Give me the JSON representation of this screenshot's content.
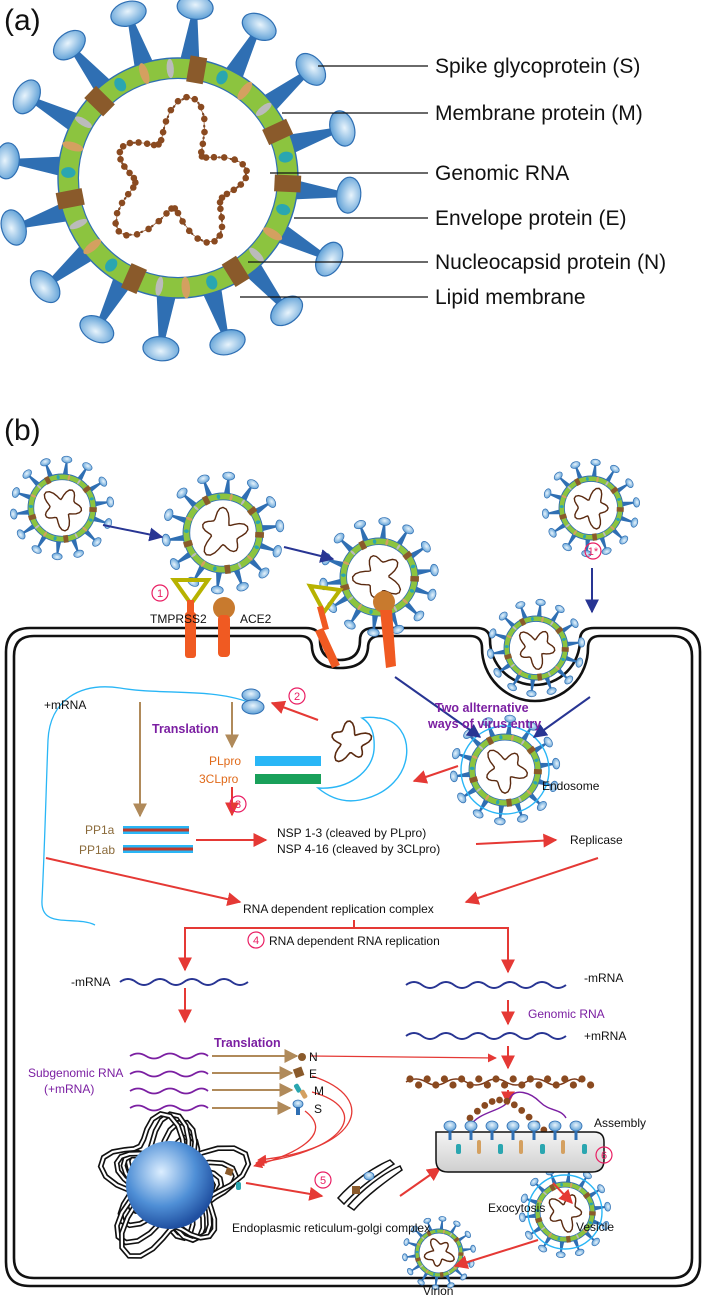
{
  "panel_a": {
    "tag": "(a)",
    "labels": {
      "spike": "Spike glycoprotein (S)",
      "membrane": "Membrane protein (M)",
      "rna": "Genomic RNA",
      "envelope": "Envelope protein (E)",
      "nucleocapsid": "Nucleocapsid protein (N)",
      "lipid": "Lipid membrane"
    }
  },
  "panel_b": {
    "tag": "(b)",
    "steps": [
      "1",
      "1*",
      "2",
      "3",
      "4",
      "5",
      "6"
    ],
    "labels": {
      "tmprss2": "TMPRSS2",
      "ace2": "ACE2",
      "plus_mrna": "+mRNA",
      "translation": "Translation",
      "plpro": "PLpro",
      "clpro": "3CLpro",
      "pp1a": "PP1a",
      "pp1ab": "PP1ab",
      "nsp1": "NSP 1-3 (cleaved by PLpro)",
      "nsp2": "NSP 4-16 (cleaved by 3CLpro)",
      "replicase": "Replicase",
      "entry1": "Two allternative",
      "entry2": "ways of virus entry",
      "endosome": "Endosome",
      "rdrc": "RNA dependent replication complex",
      "rdrr": "RNA dependent RNA replication",
      "minus_mrna_left": "-mRNA",
      "minus_mrna_right": "-mRNA",
      "genomic_rna": "Genomic RNA",
      "plus_mrna_right": "+mRNA",
      "translation2": "Translation",
      "subgenomic1": "Subgenomic RNA",
      "subgenomic2": "(+mRNA)",
      "n": "N",
      "e": "E",
      "m": "M",
      "s": "S",
      "assembly": "Assembly",
      "er_golgi": "Endoplasmic reticulum-golgi complex",
      "exocytosis": "Exocytosis",
      "vesicle": "Vesicle",
      "virion": "Virion"
    }
  },
  "colors": {
    "lipid_green": "#8cc43f",
    "spike_blue": "#2f6fb3",
    "arrow_red": "#e53935",
    "arrow_navy": "#283593",
    "arrow_tan": "#b08a5a",
    "purple": "#7b1fa2",
    "step_pink": "#e91e63"
  }
}
